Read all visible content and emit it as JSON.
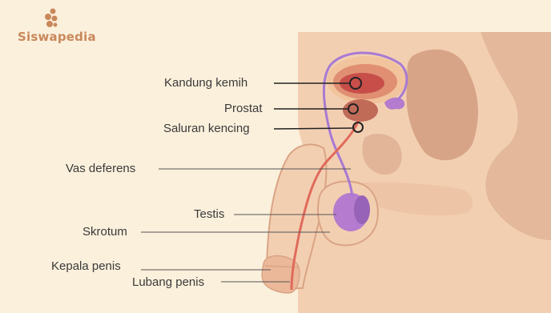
{
  "brand": {
    "name": "Siswapedia"
  },
  "labels": {
    "kandung_kemih": "Kandung kemih",
    "prostat": "Prostat",
    "saluran_kencing": "Saluran kencing",
    "vas_deferens": "Vas deferens",
    "testis": "Testis",
    "skrotum": "Skrotum",
    "kepala_penis": "Kepala penis",
    "lubang_penis": "Lubang penis"
  },
  "colors": {
    "background": "#fbf0dc",
    "skin": "#f3cfb2",
    "skin_outline": "#d9a485",
    "tissue": "#d8a487",
    "bladder": "#d2574f",
    "prostate": "#c06a58",
    "vas_deferens": "#a77ad3",
    "urethra": "#e06a5b",
    "testis": "#b47bce",
    "brand": "#c9885b"
  }
}
